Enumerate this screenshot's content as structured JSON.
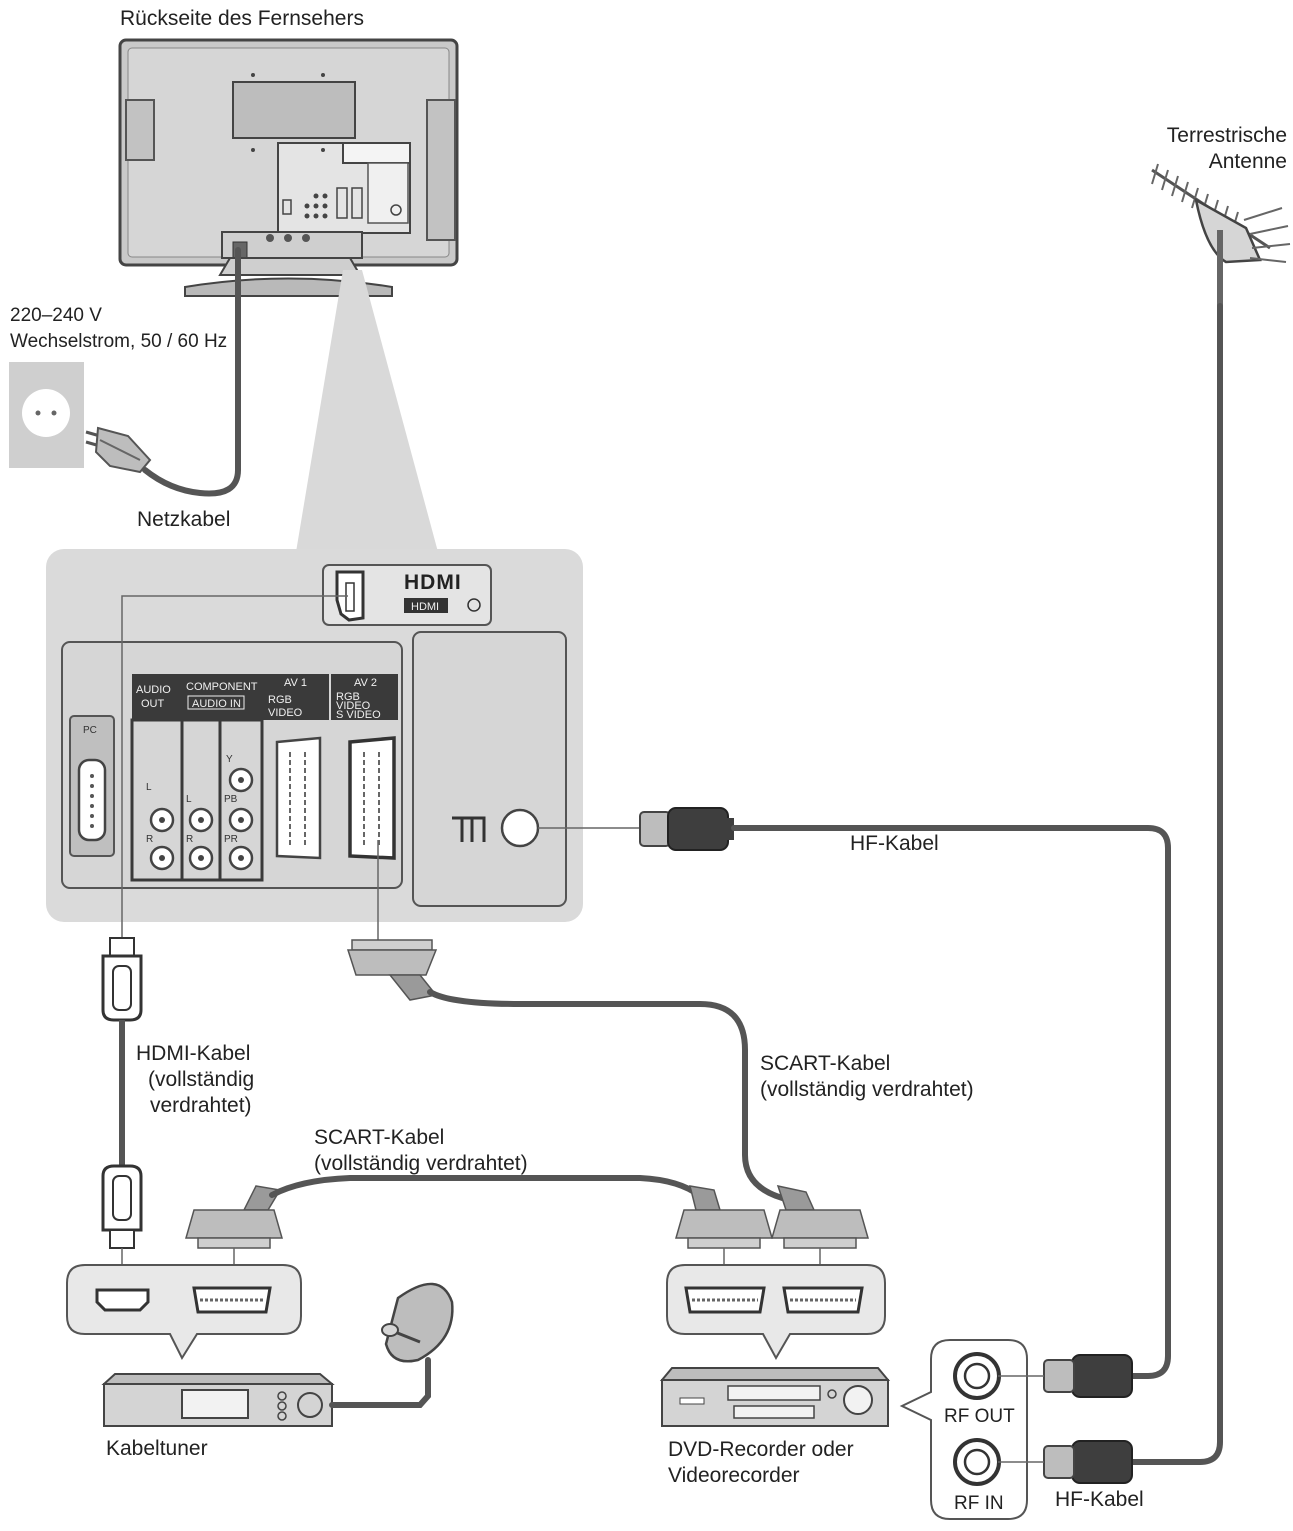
{
  "labels": {
    "tv_back": "Rückseite des Fernsehers",
    "voltage_line1": "220–240 V",
    "voltage_line2": "Wechselstrom, 50 / 60 Hz",
    "power_cable": "Netzkabel",
    "antenna_line1": "Terrestrische",
    "antenna_line2": "Antenne",
    "rf_cable_top": "HF-Kabel",
    "rf_cable_bottom": "HF-Kabel",
    "hdmi_cable_line1": "HDMI-Kabel",
    "hdmi_cable_line2": "(vollständig",
    "hdmi_cable_line3": "verdrahtet)",
    "scart_right_line1": "SCART-Kabel",
    "scart_right_line2": "(vollständig verdrahtet)",
    "scart_left_line1": "SCART-Kabel",
    "scart_left_line2": "(vollständig verdrahtet)",
    "cable_tuner": "Kabeltuner",
    "recorder_line1": "DVD-Recorder oder",
    "recorder_line2": "Videorecorder",
    "rf_out": "RF OUT",
    "rf_in": "RF IN"
  },
  "panel": {
    "hdmi_logo": "HDMI",
    "hdmi_badge": "HDMI",
    "audio_out_1": "AUDIO",
    "audio_out_2": "OUT",
    "component": "COMPONENT",
    "audio_in": "AUDIO IN",
    "av1": "AV 1",
    "av2": "AV 2",
    "pc": "PC",
    "rgb": "RGB",
    "video": "VIDEO",
    "svideo": "S VIDEO",
    "l": "L",
    "r": "R",
    "y": "Y",
    "pb": "PB",
    "pr": "PR"
  },
  "colors": {
    "cable": "#555555",
    "panel_bg": "#dadada",
    "device": "#cfcfcf",
    "dark": "#3a3a3a"
  }
}
